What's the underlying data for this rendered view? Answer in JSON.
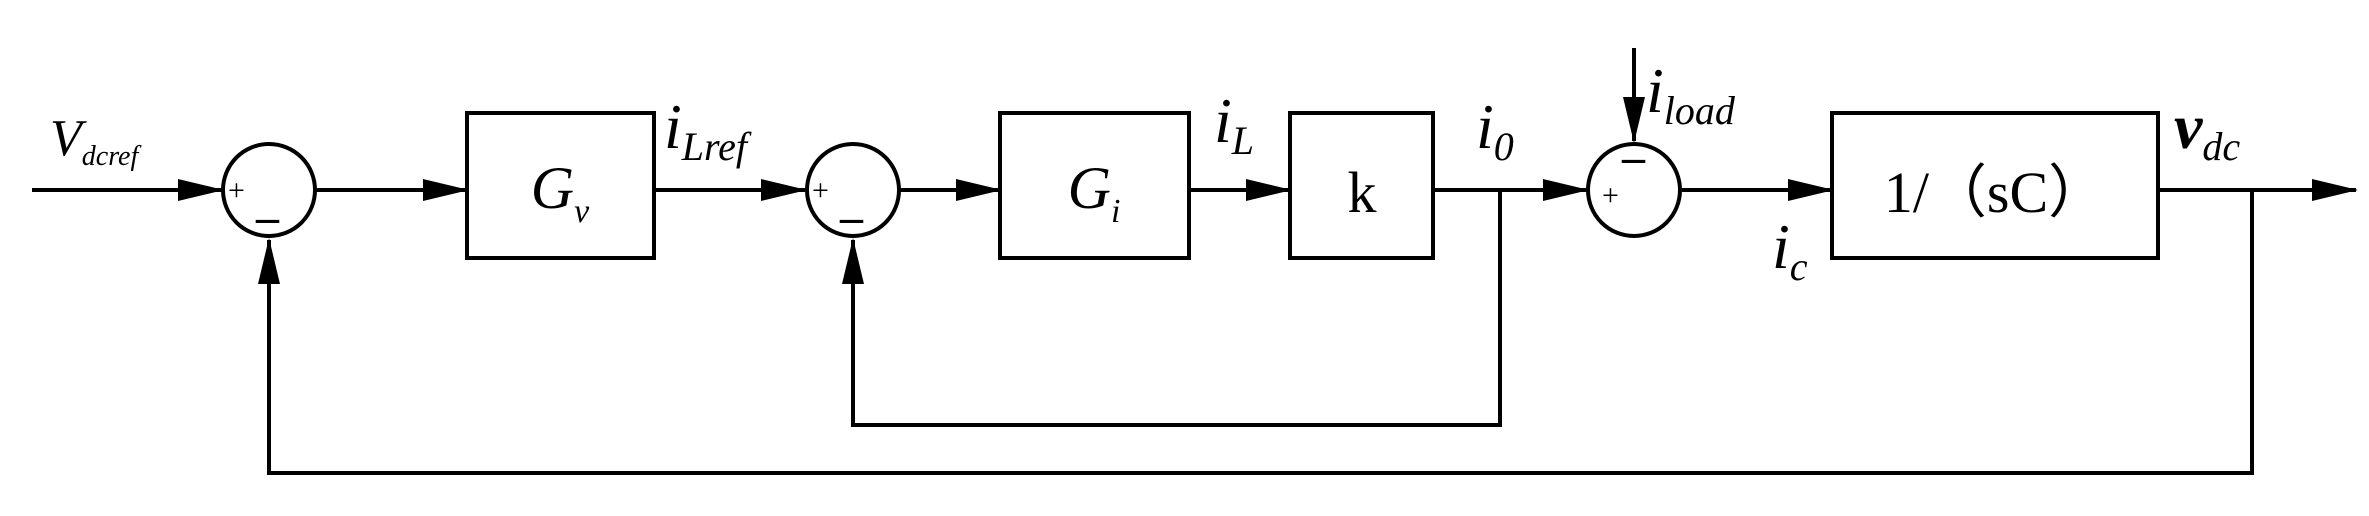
{
  "diagram": {
    "input": {
      "main": "V",
      "sub": "dcref"
    },
    "blocks": {
      "gv": {
        "main": "G",
        "sub": "v"
      },
      "gi": {
        "main": "G",
        "sub": "i"
      },
      "k": {
        "label": "k"
      },
      "plant": {
        "label": "1/（sC）"
      }
    },
    "signals": {
      "ilref": {
        "main": "i",
        "sub": "Lref"
      },
      "il": {
        "main": "i",
        "sub": "L"
      },
      "i0": {
        "main": "i",
        "sub": "0"
      },
      "iload": {
        "main": "i",
        "sub": "load"
      },
      "ic": {
        "main": "i",
        "sub": "c"
      },
      "vdc": {
        "main": "v",
        "sub": "dc"
      }
    },
    "summing_junctions": {
      "sum1": {
        "plus": "+",
        "minus": "–"
      },
      "sum2": {
        "plus": "+",
        "minus": "–"
      },
      "sum3": {
        "plus": "+",
        "minus": "–"
      }
    }
  }
}
